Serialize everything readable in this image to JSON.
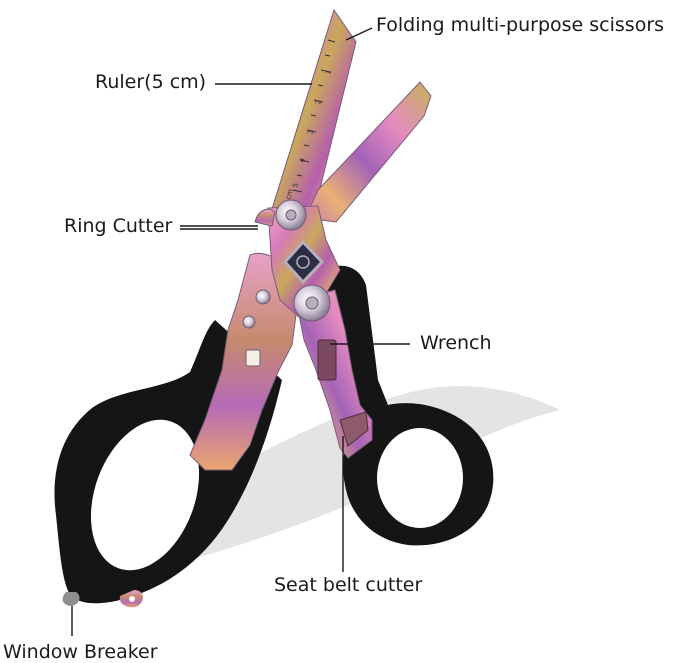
{
  "labels": {
    "folding": "Folding multi-purpose scissors",
    "ruler": "Ruler(5 cm)",
    "ring_cutter": "Ring Cutter",
    "wrench": "Wrench",
    "seat_belt_cutter": "Seat belt cutter",
    "window_breaker": "Window Breaker"
  },
  "ruler_ticks": [
    "1",
    "2",
    "3",
    "4",
    "5",
    "cm"
  ],
  "colors": {
    "handle": "#151515",
    "pivot": "#c9c2cc",
    "shadow": "#e2e2e2",
    "leader": "#1a1a1a"
  }
}
